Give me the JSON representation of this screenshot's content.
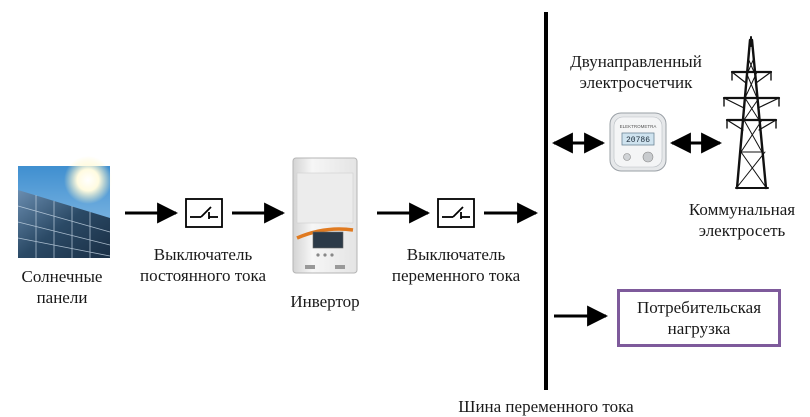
{
  "labels": {
    "solar_panels": [
      "Солнечные",
      "панели"
    ],
    "dc_switch": [
      "Выключатель",
      "постоянного тока"
    ],
    "inverter": "Инвертор",
    "ac_switch": [
      "Выключатель",
      "переменного тока"
    ],
    "bidirectional_meter": [
      "Двунаправленный",
      "электросчетчик"
    ],
    "utility_grid": [
      "Коммунальная",
      "электросеть"
    ],
    "consumer_load": [
      "Потребительская",
      "нагрузка"
    ],
    "ac_bus": "Шина переменного тока"
  },
  "meter_display": "20786",
  "meter_brand": "ELEKTROMETRA",
  "colors": {
    "line": "#000000",
    "load_box_border": "#7e5a9b",
    "sky": "#3f8fd0",
    "panel": "#2b4a66",
    "inverter_accent": "#e07a20"
  },
  "icons": [
    "solar-panel-icon",
    "switch-icon",
    "inverter-icon",
    "electric-meter-icon",
    "power-tower-icon"
  ]
}
